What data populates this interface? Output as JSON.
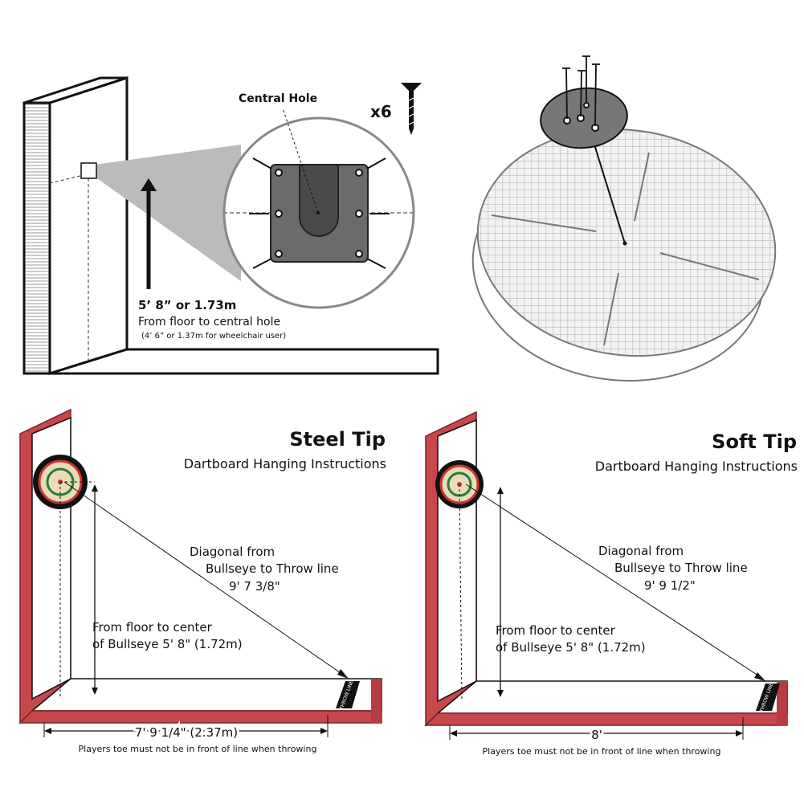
{
  "wall_mount": {
    "central_hole_label": "Central Hole",
    "screw_count": "x6",
    "height_label": "5’ 8” or 1.73m",
    "height_desc": "From floor to central hole",
    "wheelchair_note": "(4’ 6” or 1.37m for wheelchair user)"
  },
  "steel_tip": {
    "title": "Steel Tip",
    "subtitle": "Dartboard Hanging Instructions",
    "diagonal_line1": "Diagonal from",
    "diagonal_line2": "Bullseye to Throw line",
    "diagonal_value": "9' 7 3/8\"",
    "height_line1": "From floor to center",
    "height_line2": "of Bullseye  5' 8\" (1.72m)",
    "distance": "7' 9 1/4\" (2.37m)",
    "note": "Players toe must not be in front of line when throwing",
    "throw_line": "THROW LINE"
  },
  "soft_tip": {
    "title": "Soft Tip",
    "subtitle": "Dartboard Hanging Instructions",
    "diagonal_line1": "Diagonal from",
    "diagonal_line2": "Bullseye to Throw line",
    "diagonal_value": "9' 9 1/2\"",
    "height_line1": "From floor to center",
    "height_line2": "of Bullseye  5' 8\" (1.72m)",
    "distance": "8'",
    "note": "Players toe must not be in front of line when throwing",
    "throw_line": "THROW LINE"
  },
  "colors": {
    "wall_red": "#c8474b",
    "plate_gray": "#6b6b6b"
  }
}
